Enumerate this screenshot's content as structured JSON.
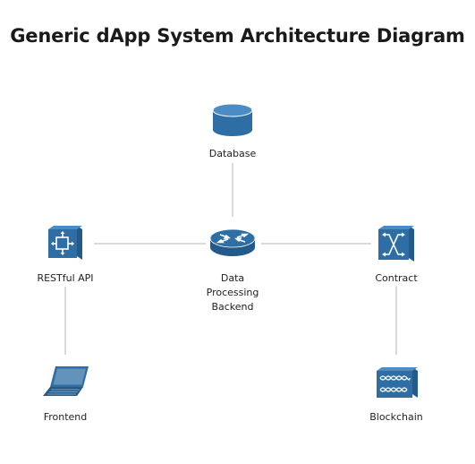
{
  "title": "Generic dApp System Architecture Diagram",
  "colors": {
    "icon_fill": "#2f6ea5",
    "icon_dark": "#245a8a",
    "icon_light": "#4b8cc4",
    "line": "#b5b5b5",
    "text": "#222222"
  },
  "nodes": {
    "database": {
      "label": "Database",
      "icon": "database-cylinder-icon"
    },
    "backend": {
      "label_lines": [
        "Data",
        "Processing",
        "Backend"
      ],
      "icon": "router-icon"
    },
    "api": {
      "label": "RESTful API",
      "icon": "switch-icon"
    },
    "contract": {
      "label": "Contract",
      "icon": "cross-switch-icon"
    },
    "frontend": {
      "label": "Frontend",
      "icon": "laptop-icon"
    },
    "blockchain": {
      "label": "Blockchain",
      "icon": "optical-module-icon"
    }
  },
  "edges": [
    {
      "from": "database",
      "to": "backend"
    },
    {
      "from": "api",
      "to": "backend"
    },
    {
      "from": "backend",
      "to": "contract"
    },
    {
      "from": "api",
      "to": "frontend"
    },
    {
      "from": "contract",
      "to": "blockchain"
    }
  ]
}
